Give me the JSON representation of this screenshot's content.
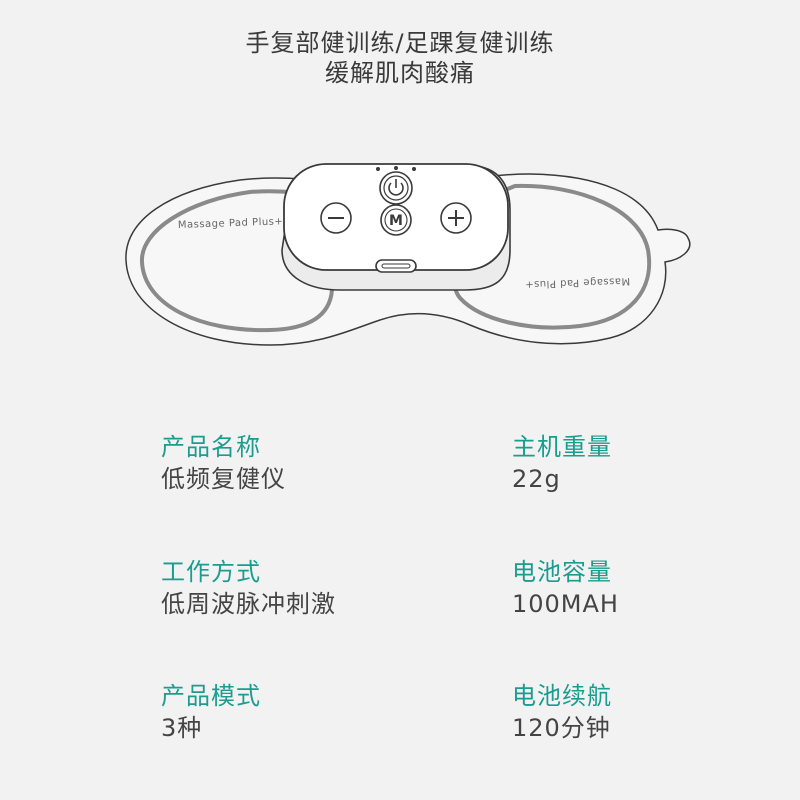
{
  "title": {
    "line1": "手复部健训练/足踝复健训练",
    "line2": "缓解肌肉酸痛"
  },
  "device": {
    "pad_label_left": "Massage Pad Plus+",
    "pad_label_right": "Massage Pad Plus+",
    "buttons": {
      "power": "power-icon",
      "minus": "minus-icon",
      "mode": "M",
      "plus": "plus-icon"
    },
    "colors": {
      "outline": "#3a3a3a",
      "pad_ring": "#8a8a8a",
      "pad_fill": "#f7f7f7"
    }
  },
  "specs": {
    "name": {
      "label": "产品名称",
      "value": "低频复健仪"
    },
    "weight": {
      "label": "主机重量",
      "value": "22g"
    },
    "mode": {
      "label": "工作方式",
      "value": "低周波脉冲刺激"
    },
    "battery": {
      "label": "电池容量",
      "value": "100MAH"
    },
    "modes": {
      "label": "产品模式",
      "value": "3种"
    },
    "runtime": {
      "label": "电池续航",
      "value": "120分钟"
    }
  },
  "colors": {
    "accent": "#1a9d8f",
    "background": "#f2f2f2"
  }
}
